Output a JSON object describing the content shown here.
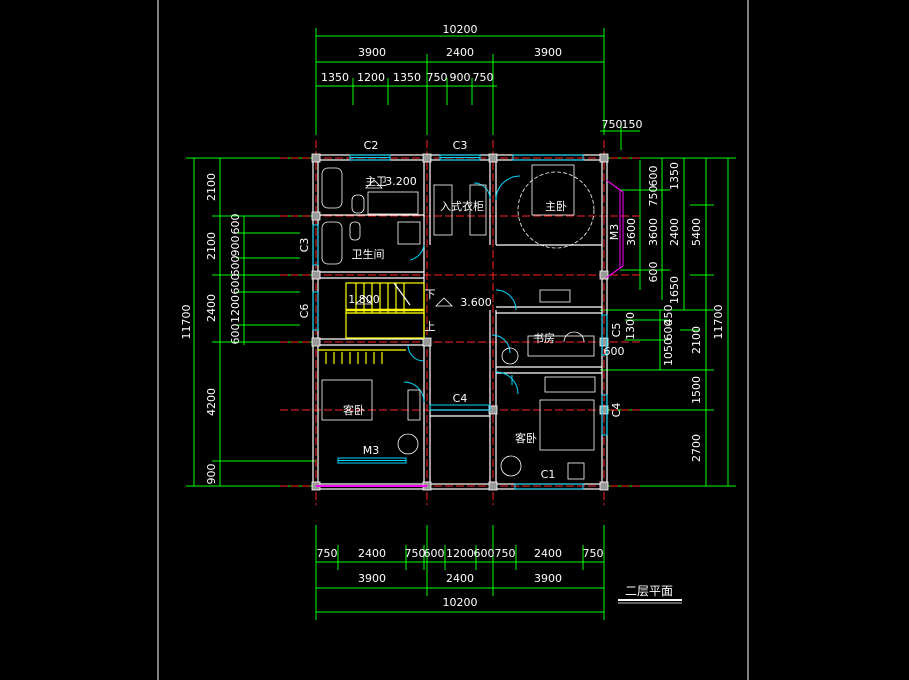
{
  "drawing": {
    "title": "二层平面",
    "colors": {
      "background": "#000000",
      "frame": "#ffffff",
      "dimension": "#00ff00",
      "wall": "#ffffff",
      "wall_fill": "#777777",
      "axis": "#ff2222",
      "window": "#00d8ff",
      "door": "#00d8ff",
      "stair": "#ffff00",
      "text": "#ffffff",
      "magenta": "#ff00ff"
    }
  },
  "dimensions": {
    "top_total": "10200",
    "top_mid": [
      "3900",
      "2400",
      "3900"
    ],
    "top_detail": [
      "1350",
      "1200",
      "1350",
      "750",
      "900",
      "750"
    ],
    "top_right_small": "750",
    "top_right_small2": "150",
    "bottom_detail": [
      "750",
      "2400",
      "750",
      "600",
      "1200",
      "600",
      "750",
      "2400",
      "750"
    ],
    "bottom_mid": [
      "3900",
      "2400",
      "3900"
    ],
    "bottom_total": "10200",
    "left_total": "11700",
    "left_mid": [
      "2100",
      "2100",
      "2400",
      "4200",
      "900"
    ],
    "left_detail": [
      "600",
      "900",
      "600",
      "600",
      "1200",
      "600"
    ],
    "right_total": "11700",
    "right_mid": [
      "5400",
      "2100",
      "1500",
      "2700"
    ],
    "right_inner": [
      "1350",
      "2400",
      "1650"
    ],
    "right_window": [
      "600",
      "750",
      "3600",
      "600"
    ],
    "right_study": [
      "1300",
      "1050",
      "600",
      "450"
    ],
    "right_small": "600"
  },
  "labels": {
    "window_c2": "C2",
    "window_c3_top": "C3",
    "window_c3_left": "C3",
    "window_c6": "C6",
    "window_c4_corr": "C4",
    "window_c4_right": "C4",
    "window_c5": "C5",
    "window_c1": "C1",
    "window_m3_right": "M3",
    "window_m3_bottom": "M3",
    "room_master_bath": "主卫",
    "elev_master_bath": "3.200",
    "room_walkin": "入式衣柜",
    "room_master_bed": "主卧",
    "room_bathroom": "卫生间",
    "elev_stair": "1.800",
    "elev_corridor": "3.600",
    "stair_down": "下",
    "stair_up": "上",
    "room_study": "书房",
    "room_guest_left": "客卧",
    "room_guest_right": "客卧"
  }
}
